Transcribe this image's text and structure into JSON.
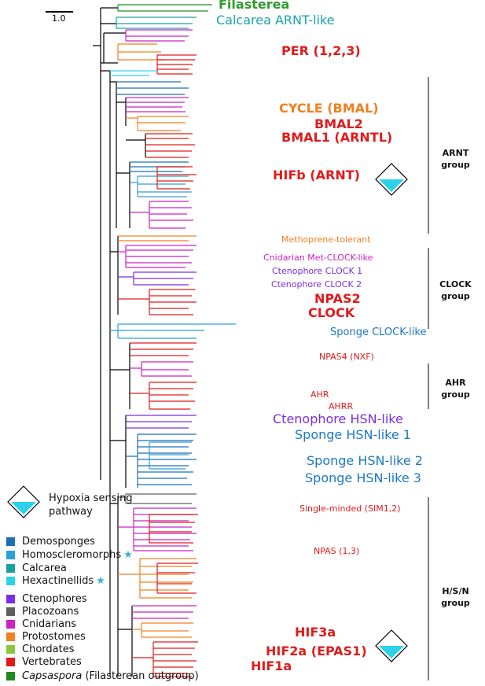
{
  "scale_bar": "1.0",
  "clade_labels": [
    {
      "id": "filasterea",
      "text": "Filasterea",
      "color": "#2e9b2e"
    },
    {
      "id": "calcarea-arnt",
      "text": "Calcarea ARNT-like",
      "color": "#18a5a8"
    },
    {
      "id": "per",
      "text": "PER (1,2,3)",
      "color": "#e01b1b"
    },
    {
      "id": "cycle",
      "text": "CYCLE (BMAL)",
      "color": "#f08020"
    },
    {
      "id": "bmal2",
      "text": "BMAL2",
      "color": "#e01b1b"
    },
    {
      "id": "bmal1",
      "text": "BMAL1 (ARNTL)",
      "color": "#e01b1b"
    },
    {
      "id": "hifb",
      "text": "HIFb (ARNT)",
      "color": "#e01b1b"
    },
    {
      "id": "methoprene",
      "text": "Methoprene-tolerant",
      "color": "#f08020"
    },
    {
      "id": "cnidarian-met",
      "text": "Cnidarian Met-CLOCK-like",
      "color": "#cc22c0"
    },
    {
      "id": "cteno-clock1",
      "text": "Ctenophore CLOCK 1",
      "color": "#7a2ee0"
    },
    {
      "id": "cteno-clock2",
      "text": "Ctenophore CLOCK 2",
      "color": "#7a2ee0"
    },
    {
      "id": "npas2",
      "text": "NPAS2",
      "color": "#e01b1b"
    },
    {
      "id": "clock",
      "text": "CLOCK",
      "color": "#e01b1b"
    },
    {
      "id": "sponge-clock",
      "text": "Sponge CLOCK-like",
      "color": "#1a78c2"
    },
    {
      "id": "npas4",
      "text": "NPAS4 (NXF)",
      "color": "#e01b1b"
    },
    {
      "id": "ahr",
      "text": "AHR",
      "color": "#e01b1b"
    },
    {
      "id": "ahrr",
      "text": "AHRR",
      "color": "#e01b1b"
    },
    {
      "id": "cteno-hsn",
      "text": "Ctenophore HSN-like",
      "color": "#7a2ee0"
    },
    {
      "id": "sponge-hsn1",
      "text": "Sponge HSN-like 1",
      "color": "#1a78c2"
    },
    {
      "id": "sponge-hsn2",
      "text": "Sponge HSN-like 2",
      "color": "#1a78c2"
    },
    {
      "id": "sponge-hsn3",
      "text": "Sponge HSN-like 3",
      "color": "#1a78c2"
    },
    {
      "id": "sim",
      "text": "Single-minded (SIM1,2)",
      "color": "#e01b1b"
    },
    {
      "id": "npas13",
      "text": "NPAS (1,3)",
      "color": "#e01b1b"
    },
    {
      "id": "hif3a",
      "text": "HIF3a",
      "color": "#e01b1b"
    },
    {
      "id": "hif2a",
      "text": "HIF2a (EPAS1)",
      "color": "#e01b1b"
    },
    {
      "id": "hif1a",
      "text": "HIF1a",
      "color": "#e01b1b"
    }
  ],
  "groups": [
    {
      "id": "arnt",
      "line1": "ARNT",
      "line2": "group"
    },
    {
      "id": "clock",
      "line1": "CLOCK",
      "line2": "group"
    },
    {
      "id": "ahr",
      "line1": "AHR",
      "line2": "group"
    },
    {
      "id": "hsn",
      "line1": "H/S/N",
      "line2": "group"
    }
  ],
  "hypoxia_legend": {
    "line1": "Hypoxia sensing",
    "line2": "pathway"
  },
  "legend": [
    {
      "label": "Demosponges",
      "color": "#1a6fb8",
      "star": false
    },
    {
      "label": "Homoscleromorphs",
      "color": "#2c9fd9",
      "star": true
    },
    {
      "label": "Calcarea",
      "color": "#1aa0a0",
      "star": false
    },
    {
      "label": "Hexactinellids",
      "color": "#2ad3e8",
      "star": true
    },
    {
      "label": "Ctenophores",
      "color": "#7a2ee0",
      "star": false
    },
    {
      "label": "Placozoans",
      "color": "#606060",
      "star": false
    },
    {
      "label": "Cnidarians",
      "color": "#cc22c0",
      "star": false
    },
    {
      "label": "Protostomes",
      "color": "#f08020",
      "star": false
    },
    {
      "label": "Chordates",
      "color": "#8cc63e",
      "star": false
    },
    {
      "label": "Vertebrates",
      "color": "#e01b1b",
      "star": false
    },
    {
      "label": "Capsaspora",
      "suffix": " (Filasterean outgroup)",
      "color": "#1e8a1e",
      "star": false
    }
  ]
}
